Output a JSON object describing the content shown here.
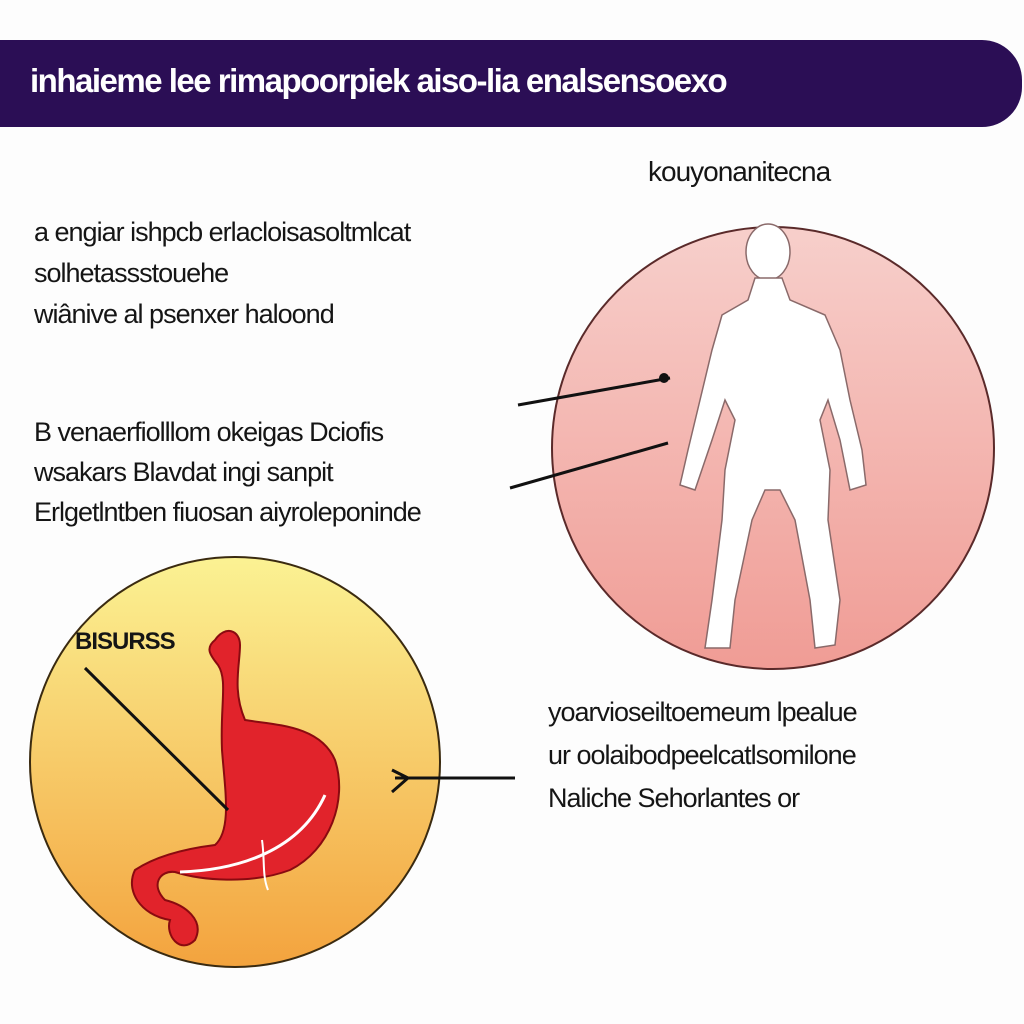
{
  "header": {
    "title": "inhaieme lee rimapoorpiek aiso-lia enalsensoexo"
  },
  "body_diagram": {
    "label": "kouyonanitecna"
  },
  "text_block_a": {
    "lines": [
      "a  engiar ishpcb  erlacloisasoltmlcat",
      "solhetassstouehe",
      "wiânive al  psenxer haloond"
    ]
  },
  "text_block_b": {
    "lines": [
      "B  venaerfiolllom okeigas Dciofis",
      "wsakars Blavdat ingi sanpit",
      "Erlgetlntben  fiuosan aiyroleponinde"
    ]
  },
  "stomach_diagram": {
    "label": "BISURSS"
  },
  "text_block_c": {
    "lines": [
      "yoarvioseiltoemeum  lpealue",
      "ur oolaibodpeelcatlsomilone",
      "Naliche  Sehorlantes  or"
    ]
  },
  "colors": {
    "header": "#2b0e55",
    "pink_circle": "#f3aaa5",
    "yellow_circle": "#f8e07a",
    "stomach": "#e1232b"
  }
}
